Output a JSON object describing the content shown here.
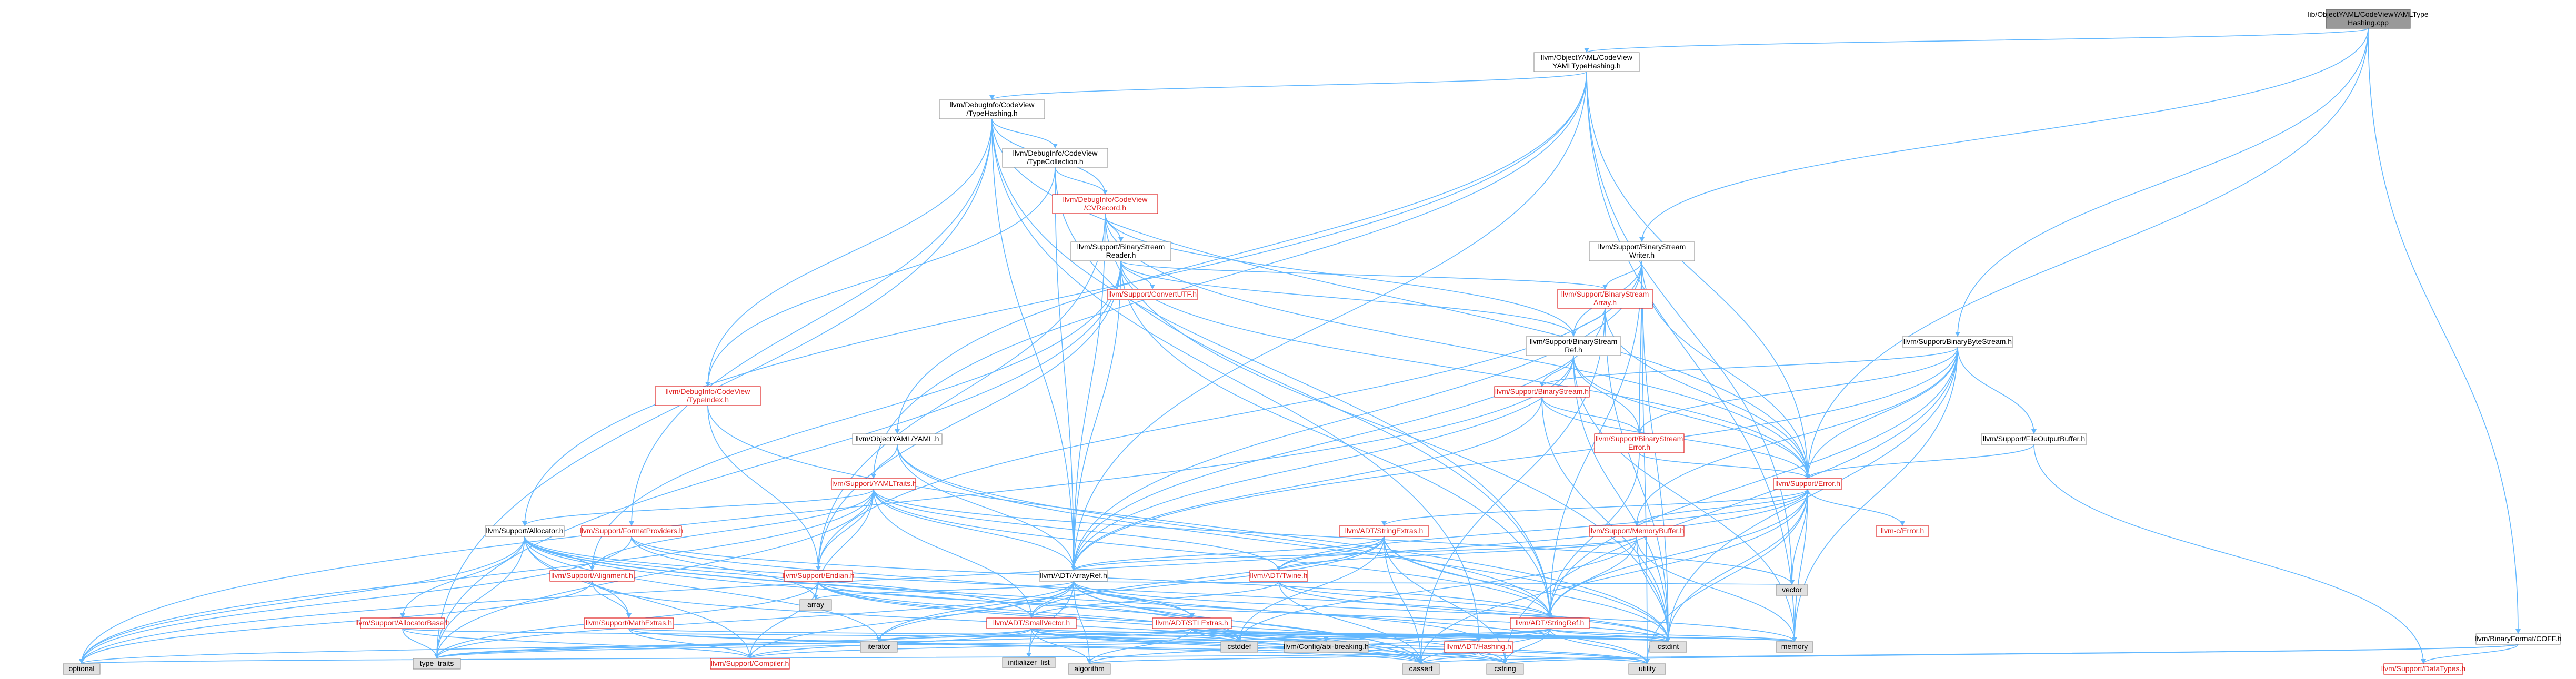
{
  "graph": {
    "nodes": [
      {
        "id": "root",
        "lines": [
          "lib/ObjectYAML/CodeViewYAMLType",
          "Hashing.cpp"
        ],
        "kind": "root"
      },
      {
        "id": "yamlhash",
        "lines": [
          "llvm/ObjectYAML/CodeView",
          "YAMLTypeHashing.h"
        ],
        "kind": "std"
      },
      {
        "id": "dbghash",
        "lines": [
          "llvm/DebugInfo/CodeView",
          "/TypeHashing.h"
        ],
        "kind": "std"
      },
      {
        "id": "typecoll",
        "lines": [
          "llvm/DebugInfo/CodeView",
          "/TypeCollection.h"
        ],
        "kind": "std"
      },
      {
        "id": "cvrecord",
        "lines": [
          "llvm/DebugInfo/CodeView",
          "/CVRecord.h"
        ],
        "kind": "red"
      },
      {
        "id": "bsreader",
        "lines": [
          "llvm/Support/BinaryStream",
          "Reader.h"
        ],
        "kind": "std"
      },
      {
        "id": "convertutf",
        "lines": [
          "llvm/Support/ConvertUTF.h"
        ],
        "kind": "red"
      },
      {
        "id": "bswriter",
        "lines": [
          "llvm/Support/BinaryStream",
          "Writer.h"
        ],
        "kind": "std"
      },
      {
        "id": "bsarray",
        "lines": [
          "llvm/Support/BinaryStream",
          "Array.h"
        ],
        "kind": "red"
      },
      {
        "id": "bsref",
        "lines": [
          "llvm/Support/BinaryStream",
          "Ref.h"
        ],
        "kind": "std"
      },
      {
        "id": "bytestream",
        "lines": [
          "llvm/Support/BinaryByteStream.h"
        ],
        "kind": "std"
      },
      {
        "id": "typeindex",
        "lines": [
          "llvm/DebugInfo/CodeView",
          "/TypeIndex.h"
        ],
        "kind": "red"
      },
      {
        "id": "bstream",
        "lines": [
          "llvm/Support/BinaryStream.h"
        ],
        "kind": "red"
      },
      {
        "id": "bserror",
        "lines": [
          "llvm/Support/BinaryStream",
          "Error.h"
        ],
        "kind": "red"
      },
      {
        "id": "filebuf",
        "lines": [
          "llvm/Support/FileOutputBuffer.h"
        ],
        "kind": "std"
      },
      {
        "id": "objyaml",
        "lines": [
          "llvm/ObjectYAML/YAML.h"
        ],
        "kind": "std"
      },
      {
        "id": "yamltraits",
        "lines": [
          "llvm/Support/YAMLTraits.h"
        ],
        "kind": "red"
      },
      {
        "id": "error",
        "lines": [
          "llvm/Support/Error.h"
        ],
        "kind": "red"
      },
      {
        "id": "cerror",
        "lines": [
          "llvm-c/Error.h"
        ],
        "kind": "red"
      },
      {
        "id": "allocator",
        "lines": [
          "llvm/Support/Allocator.h"
        ],
        "kind": "std"
      },
      {
        "id": "fmtprov",
        "lines": [
          "llvm/Support/FormatProviders.h"
        ],
        "kind": "red"
      },
      {
        "id": "strextras",
        "lines": [
          "llvm/ADT/StringExtras.h"
        ],
        "kind": "red"
      },
      {
        "id": "membuf",
        "lines": [
          "llvm/Support/MemoryBuffer.h"
        ],
        "kind": "red"
      },
      {
        "id": "alignment",
        "lines": [
          "llvm/Support/Alignment.h"
        ],
        "kind": "red"
      },
      {
        "id": "endian",
        "lines": [
          "llvm/Support/Endian.h"
        ],
        "kind": "red"
      },
      {
        "id": "arrayref",
        "lines": [
          "llvm/ADT/ArrayRef.h"
        ],
        "kind": "std"
      },
      {
        "id": "twine",
        "lines": [
          "llvm/ADT/Twine.h"
        ],
        "kind": "red"
      },
      {
        "id": "vector",
        "lines": [
          "vector"
        ],
        "kind": "sys"
      },
      {
        "id": "allocbase",
        "lines": [
          "llvm/Support/AllocatorBase.h"
        ],
        "kind": "red"
      },
      {
        "id": "mathextras",
        "lines": [
          "llvm/Support/MathExtras.h"
        ],
        "kind": "red"
      },
      {
        "id": "array",
        "lines": [
          "array"
        ],
        "kind": "sys"
      },
      {
        "id": "smallvec",
        "lines": [
          "llvm/ADT/SmallVector.h"
        ],
        "kind": "red"
      },
      {
        "id": "stlextras",
        "lines": [
          "llvm/ADT/STLExtras.h"
        ],
        "kind": "red"
      },
      {
        "id": "stringref",
        "lines": [
          "llvm/ADT/StringRef.h"
        ],
        "kind": "red"
      },
      {
        "id": "iterator",
        "lines": [
          "iterator"
        ],
        "kind": "sys"
      },
      {
        "id": "initlist",
        "lines": [
          "initializer_list"
        ],
        "kind": "sys"
      },
      {
        "id": "cstddef",
        "lines": [
          "cstddef"
        ],
        "kind": "sys"
      },
      {
        "id": "configbreak",
        "lines": [
          "llvm/Config/abi-breaking.h"
        ],
        "kind": "sys"
      },
      {
        "id": "hashing",
        "lines": [
          "llvm/ADT/Hashing.h"
        ],
        "kind": "red"
      },
      {
        "id": "cstdint",
        "lines": [
          "cstdint"
        ],
        "kind": "sys"
      },
      {
        "id": "memory",
        "lines": [
          "memory"
        ],
        "kind": "sys"
      },
      {
        "id": "typetraits",
        "lines": [
          "type_traits"
        ],
        "kind": "sys"
      },
      {
        "id": "compiler",
        "lines": [
          "llvm/Support/Compiler.h"
        ],
        "kind": "red"
      },
      {
        "id": "cassert",
        "lines": [
          "cassert"
        ],
        "kind": "sys"
      },
      {
        "id": "cstring",
        "lines": [
          "cstring"
        ],
        "kind": "sys"
      },
      {
        "id": "utility",
        "lines": [
          "utility"
        ],
        "kind": "sys"
      },
      {
        "id": "optional",
        "lines": [
          "optional"
        ],
        "kind": "sys"
      },
      {
        "id": "algorithm",
        "lines": [
          "algorithm"
        ],
        "kind": "sys"
      },
      {
        "id": "coff",
        "lines": [
          "llvm/BinaryFormat/COFF.h"
        ],
        "kind": "std"
      },
      {
        "id": "datatypes",
        "lines": [
          "llvm/Support/DataTypes.h"
        ],
        "kind": "red"
      }
    ]
  },
  "colors": {
    "edge_blue": "#63b8ff",
    "edge_red": "#e32a2a",
    "edge_green": "#2aa22a",
    "edge_gray": "#8c8c8c",
    "root_fill": "#999999",
    "sys_fill": "#e0e0e0",
    "red_text": "#e02020"
  }
}
